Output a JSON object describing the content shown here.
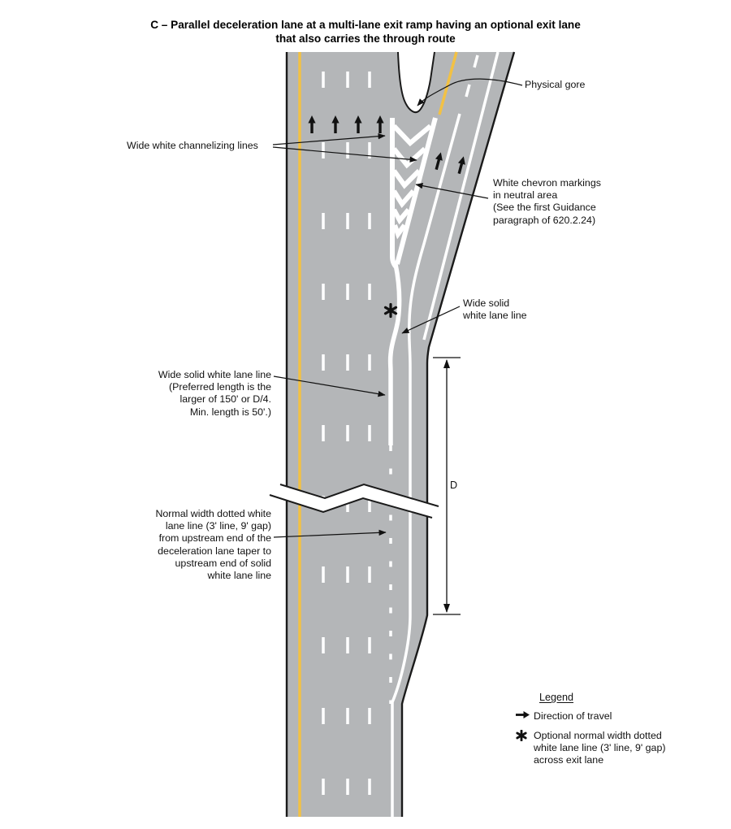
{
  "title": {
    "line1": "C – Parallel deceleration lane at a multi-lane exit ramp having an optional exit lane",
    "line2": "that also carries the through route"
  },
  "annotations": {
    "physical_gore": "Physical gore",
    "channelizing_lines": "Wide white channelizing lines",
    "chevron_markings": "White chevron markings\nin neutral area\n(See the first Guidance\nparagraph of 620.2.24)",
    "wide_solid_lane_line_short": "Wide solid\nwhite lane line",
    "wide_solid_lane_line_long": "Wide solid white lane line\n(Preferred length is the\nlarger of 150' or D/4.\nMin. length is 50'.)",
    "dotted_lane_line": "Normal width dotted white\nlane line (3' line, 9' gap)\nfrom upstream end of the\ndeceleration lane taper to\nupstream end of solid\nwhite lane line",
    "dimension_label": "D"
  },
  "legend": {
    "title": "Legend",
    "items": [
      {
        "icon": "direction-arrow-icon",
        "text": "Direction of travel"
      },
      {
        "icon": "heavy-asterisk-icon",
        "text": "Optional normal width dotted\nwhite lane line (3' line, 9' gap)\nacross exit lane"
      }
    ]
  },
  "colors": {
    "road_gray": "#b4b6b8",
    "marking_white": "#ffffff",
    "marking_yellow": "#f2c144",
    "edge_black": "#1a1a1a"
  }
}
